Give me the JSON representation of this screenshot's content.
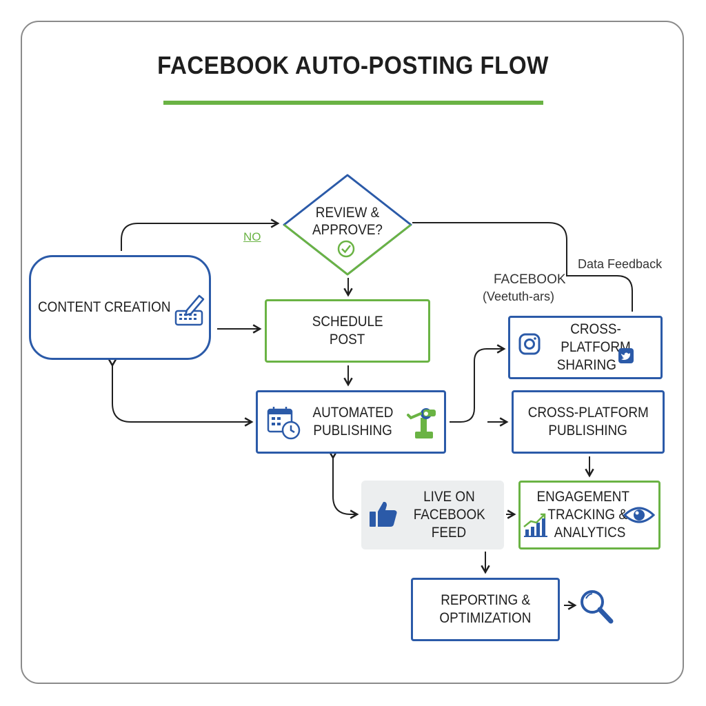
{
  "title": "FACEBOOK AUTO-POSTING FLOW",
  "colors": {
    "blue": "#2b5aa8",
    "green": "#6ab344",
    "gray_box": "#eceeef",
    "frame": "#8a8a8a"
  },
  "nodes": {
    "review": {
      "line1": "REVIEW &",
      "line2": "APPROVE?",
      "icon": "check-circle-icon"
    },
    "content_creation": {
      "label": "CONTENT CREATION",
      "icon": "pencil-keyboard-icon"
    },
    "schedule_post": {
      "line1": "SCHEDULE",
      "line2": "POST"
    },
    "automated_publishing": {
      "line1": "AUTOMATED",
      "line2": "PUBLISHING",
      "icons": [
        "calendar-clock-icon",
        "robot-arm-icon"
      ]
    },
    "cross_platform_sharing": {
      "line1": "CROSS-PLATFORM",
      "line2": "SHARING",
      "icons": [
        "instagram-icon",
        "twitter-icon"
      ]
    },
    "cross_platform_publishing": {
      "line1": "CROSS-PLATFORM",
      "line2": "PUBLISHING"
    },
    "live_on_facebook": {
      "line1": "LIVE ON",
      "line2": "FACEBOOK",
      "line3": "FEED",
      "icon": "thumbs-up-icon"
    },
    "engagement": {
      "line1": "ENGAGEMENT",
      "line2": "TRACKING &",
      "line3": "ANALYTICS",
      "icons": [
        "bar-chart-icon",
        "eye-icon"
      ]
    },
    "reporting": {
      "line1": "REPORTING &",
      "line2": "OPTIMIZATION",
      "icon": "magnifier-icon"
    }
  },
  "labels": {
    "no": "NO",
    "data_feedback": "Data Feedback",
    "facebook": "FACEBOOK",
    "facebook_sub": "(Veetuth-ars)"
  }
}
